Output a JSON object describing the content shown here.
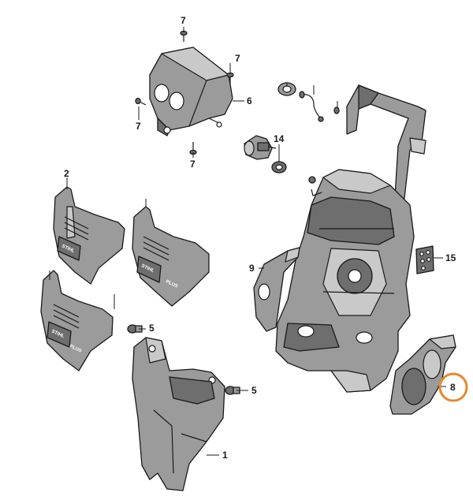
{
  "callouts": {
    "c1": "1",
    "c2": "2",
    "c5a": "5",
    "c5b": "5",
    "c6": "6",
    "c7a": "7",
    "c7b": "7",
    "c7c": "7",
    "c7d": "7",
    "c8": "8",
    "c9": "9",
    "c14": "14",
    "c15": "15"
  },
  "highlight": {
    "callout": "8",
    "color": "#e8892c"
  },
  "logos": {
    "brand": "STIHL",
    "plus": "PLUS"
  }
}
